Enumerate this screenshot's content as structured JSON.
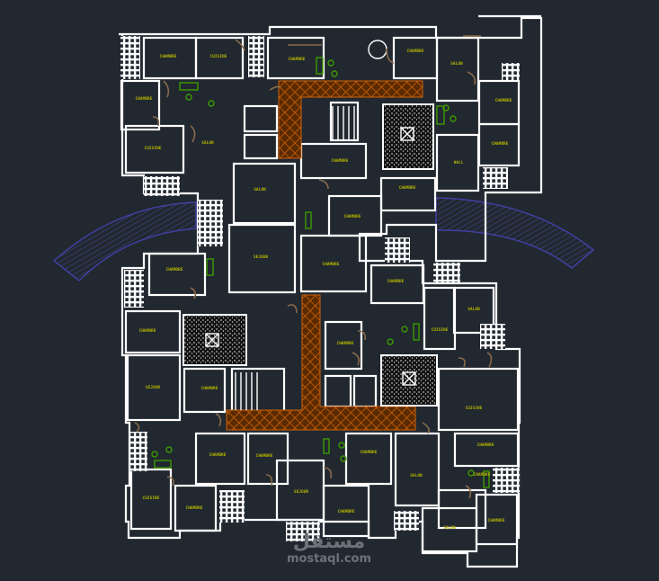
{
  "plan": {
    "rooms": [
      {
        "id": "r1",
        "label": "CHAMBRE"
      },
      {
        "id": "r2",
        "label": "CUISINE"
      },
      {
        "id": "r3",
        "label": "CHAMBRE"
      },
      {
        "id": "r4",
        "label": "CHAMBRE"
      },
      {
        "id": "r5",
        "label": "SALON"
      },
      {
        "id": "r6",
        "label": "CUISINE"
      },
      {
        "id": "r7",
        "label": "CHAMBRE"
      },
      {
        "id": "r8",
        "label": "SALON"
      },
      {
        "id": "r9",
        "label": "CHAMBRE"
      },
      {
        "id": "r10",
        "label": "CHAMBRE"
      },
      {
        "id": "r11",
        "label": "HALL"
      },
      {
        "id": "r12",
        "label": "CHAMBRE"
      },
      {
        "id": "r13",
        "label": "CHAMBRE"
      },
      {
        "id": "r14",
        "label": "SALON"
      },
      {
        "id": "r15",
        "label": "SEJOUR"
      },
      {
        "id": "r16",
        "label": "CHAMBRE"
      },
      {
        "id": "r17",
        "label": "CHAMBRE"
      },
      {
        "id": "r18",
        "label": "CHAMBRE"
      },
      {
        "id": "r19",
        "label": "CHAMBRE"
      },
      {
        "id": "r20",
        "label": "SALON"
      },
      {
        "id": "r21",
        "label": "CUISINE"
      },
      {
        "id": "r22",
        "label": "CHAMBRE"
      },
      {
        "id": "r23",
        "label": "CHAMBRE"
      },
      {
        "id": "r24",
        "label": "SEJOUR"
      },
      {
        "id": "r25",
        "label": "CHAMBRE"
      },
      {
        "id": "r26",
        "label": "CUISINE"
      },
      {
        "id": "r27",
        "label": "CHAMBRE"
      },
      {
        "id": "r28",
        "label": "SEJOUR"
      },
      {
        "id": "r29",
        "label": "CHAMBRE"
      },
      {
        "id": "r30",
        "label": "CHAMBRE"
      },
      {
        "id": "r31",
        "label": "CHAMBRE"
      },
      {
        "id": "r32",
        "label": "SALON"
      },
      {
        "id": "r33",
        "label": "CHAMBRE"
      },
      {
        "id": "r34",
        "label": "CUISINE"
      },
      {
        "id": "r35",
        "label": "CHAMBRE"
      },
      {
        "id": "r36",
        "label": "SALON"
      },
      {
        "id": "r37",
        "label": "CHAMBRE"
      },
      {
        "id": "r38",
        "label": "CHAMBRE"
      }
    ],
    "colors": {
      "wall": "#ffffff",
      "hatch": "#c05a00",
      "bridge": "#3c3c8c",
      "label": "#b4b400",
      "fixture": "#3c9a00"
    }
  },
  "watermark": {
    "logo": "مستقل",
    "site": "mostaql.com"
  }
}
